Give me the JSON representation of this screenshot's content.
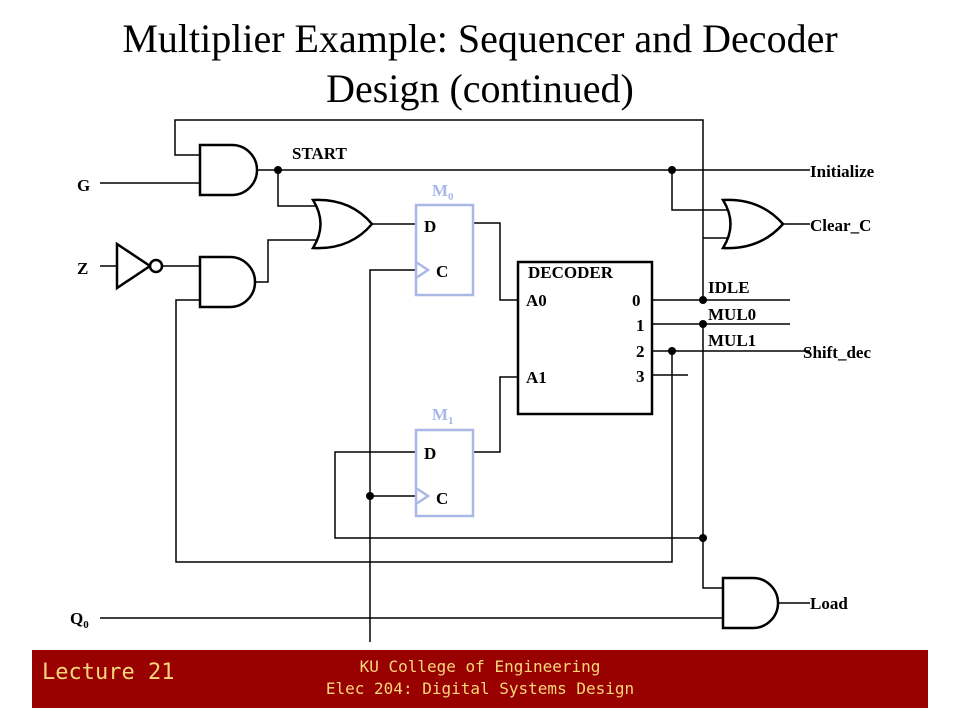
{
  "title": {
    "line1": "Multiplier Example: Sequencer and Decoder",
    "line2": "Design (continued)"
  },
  "inputs": {
    "g": "G",
    "z": "Z",
    "q0_main": "Q",
    "q0_sub": "0"
  },
  "signals": {
    "start": "START",
    "idle": "IDLE",
    "mul0": "MUL0",
    "mul1": "MUL1"
  },
  "outputs": {
    "initialize": "Initialize",
    "clear_c": "Clear_C",
    "shift_dec": "Shift_dec",
    "load": "Load"
  },
  "flipflops": {
    "m0_main": "M",
    "m0_sub": "0",
    "m1_main": "M",
    "m1_sub": "1",
    "d": "D",
    "c": "C"
  },
  "decoder": {
    "name": "DECODER",
    "in_a0": "A0",
    "in_a1": "A1",
    "out0": "0",
    "out1": "1",
    "out2": "2",
    "out3": "3"
  },
  "footer": {
    "lecture": "Lecture 21",
    "line1": "KU College of Engineering",
    "line2": "Elec 204: Digital Systems Design"
  },
  "colors": {
    "flipflop_outline": "#a9b8e6",
    "footer_bg": "#990000",
    "footer_text": "#f7d77a"
  }
}
